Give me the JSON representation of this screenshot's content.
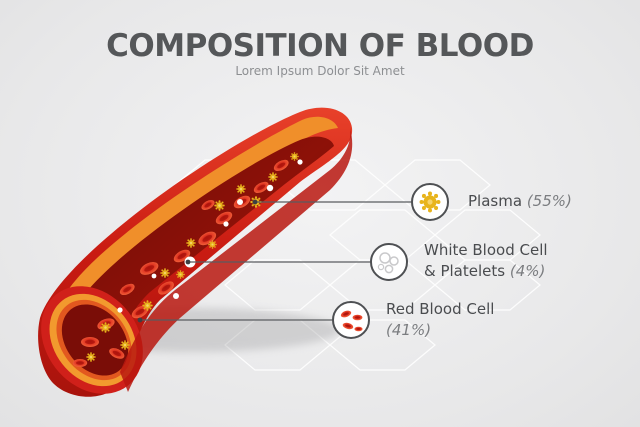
{
  "header": {
    "title": "COMPOSITION OF BLOOD",
    "subtitle": "Lorem Ipsum Dolor Sit Amet"
  },
  "components": [
    {
      "name": "Plasma",
      "line2": "",
      "percent": "(55%)",
      "icon": "plasma-icon",
      "share": 55
    },
    {
      "name": "White Blood Cell",
      "line2": "& Platelets",
      "percent": "(4%)",
      "icon": "white-cells-icon",
      "share": 4
    },
    {
      "name": "Red Blood Cell",
      "line2": "",
      "percent": "(41%)",
      "icon": "red-cells-icon",
      "share": 41
    }
  ],
  "colors": {
    "vessel_outer": "#d9261c",
    "vessel_inner": "#f29a2e",
    "red_cell": "#e0291e",
    "plasma": "#e6b21a",
    "white_cell": "#ffffff",
    "text": "#4a4c4f",
    "title": "#555759"
  }
}
